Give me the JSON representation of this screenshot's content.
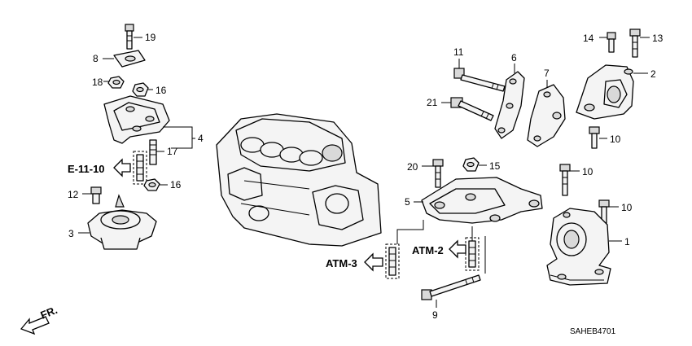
{
  "callouts": {
    "c1": "1",
    "c2": "2",
    "c3": "3",
    "c4": "4",
    "c5": "5",
    "c6": "6",
    "c7": "7",
    "c8": "8",
    "c9": "9",
    "c10a": "10",
    "c10b": "10",
    "c10c": "10",
    "c11": "11",
    "c12": "12",
    "c13": "13",
    "c14": "14",
    "c15": "15",
    "c16a": "16",
    "c16b": "16",
    "c17": "17",
    "c18": "18",
    "c19": "19",
    "c20": "20",
    "c21": "21"
  },
  "references": {
    "e_11_10": "E-11-10",
    "atm_2": "ATM-2",
    "atm_3": "ATM-3"
  },
  "front_label": "FR.",
  "diagram_code": "SAHEB4701"
}
